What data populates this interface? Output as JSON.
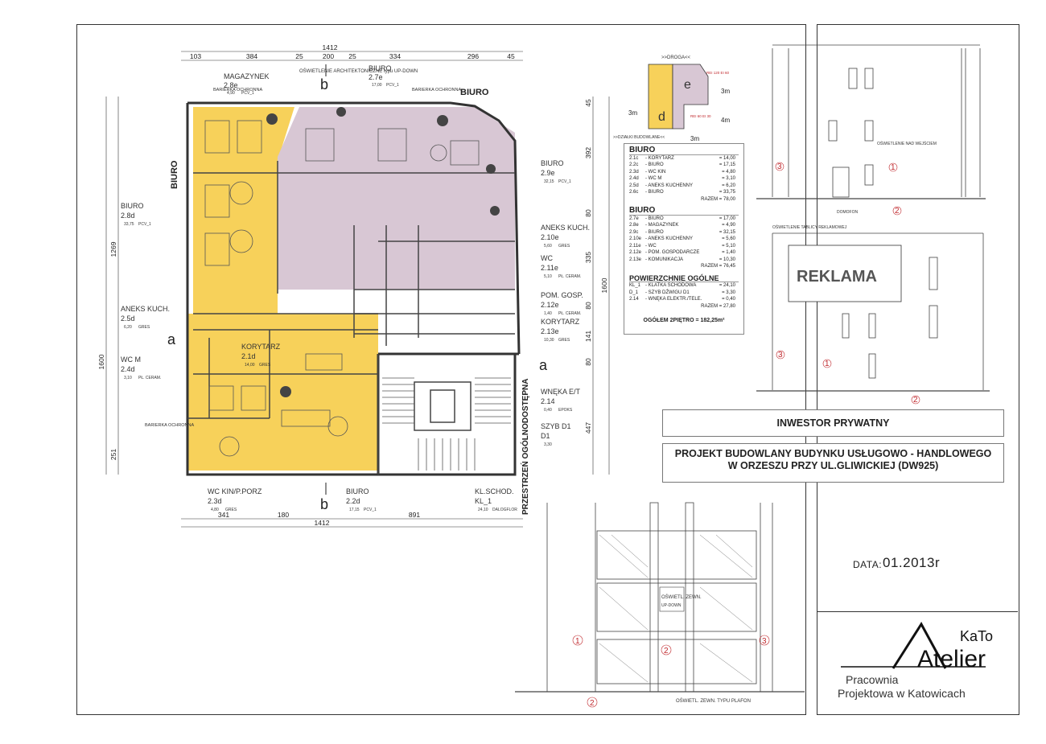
{
  "plan": {
    "dims_top": [
      "103",
      "384",
      "25",
      "200",
      "25",
      "334",
      "296",
      "45"
    ],
    "dim_total": "1412",
    "dims_bottom": [
      "341",
      "180",
      "891"
    ],
    "dims_right": [
      "45",
      "392",
      "80",
      "335",
      "80",
      "141",
      "80",
      "447"
    ],
    "dims_left": [
      "1269",
      "1600",
      "251"
    ],
    "dim_right_total": "1600",
    "section_b": "b",
    "section_a": "a",
    "side_label_biuro": "BIURO",
    "side_label_public": "PRZESTRZEŃ OGÓLNODOSTĘPNA",
    "top_label_biuro": "BIURO",
    "top_note": "OŚWIETLENIE ARCHITEKTONICZNE typu UP-DOWN",
    "barrier1": "BARIERKA OCHRONNA",
    "barrier2": "BARIERKA OCHRONNA",
    "barrier3": "BARIERKA OCHRONNA",
    "room_tags": [
      {
        "name": "MAGAZYNEK",
        "code": "2.8e",
        "area": "4,90",
        "floor": "PCV_1"
      },
      {
        "name": "BIURO",
        "code": "2.7e",
        "area": "17,00",
        "floor": "PCV_1"
      },
      {
        "name": "BIURO",
        "code": "2.9e",
        "area": "32,15",
        "floor": "PCV_1"
      },
      {
        "name": "BIURO",
        "code": "2.8d",
        "area": "33,75",
        "floor": "PCV_1"
      },
      {
        "name": "ANEKS KUCH.",
        "code": "2.10e",
        "area": "5,60",
        "floor": "GRES"
      },
      {
        "name": "WC",
        "code": "2.11e",
        "area": "5,10",
        "floor": "PŁ. CERAM."
      },
      {
        "name": "POM. GOSP.",
        "code": "2.12e",
        "area": "1,40",
        "floor": "PŁ. CERAM."
      },
      {
        "name": "KORYTARZ",
        "code": "2.13e",
        "area": "10,30",
        "floor": "GRES"
      },
      {
        "name": "ANEKS KUCH.",
        "code": "2.5d",
        "area": "6,20",
        "floor": "GRES"
      },
      {
        "name": "WC M",
        "code": "2.4d",
        "area": "3,10",
        "floor": "PŁ. CERAM."
      },
      {
        "name": "KORYTARZ",
        "code": "2.1d",
        "area": "14,00",
        "floor": "GRES"
      },
      {
        "name": "WNĘKA E/T",
        "code": "2.14",
        "area": "0,40",
        "floor": "EPOKS"
      },
      {
        "name": "SZYB D1",
        "code": "D1",
        "area": "3,30",
        "floor": ""
      },
      {
        "name": "WC KIN/P.PORZ",
        "code": "2.3d",
        "area": "4,80",
        "floor": "GRES"
      },
      {
        "name": "BIURO",
        "code": "2.2d",
        "area": "17,15",
        "floor": "PCV_1"
      },
      {
        "name": "KL.SCHOD.",
        "code": "KL_1",
        "area": "24,10",
        "floor": "DALOGFLOR"
      }
    ]
  },
  "key_plan": {
    "title": ">>DROGA<<",
    "note": ">>DZIAŁKI BUDOWLANE<<",
    "zone_d": "d",
    "zone_e": "e",
    "dims": [
      "3m",
      "3m",
      "4m",
      "3m"
    ],
    "fire1": "REI 120 EI 60",
    "fire2": "REI 60 EI 30"
  },
  "schedule": {
    "sections": [
      {
        "title": "BIURO",
        "rows": [
          [
            "2.1c",
            "- KORYTARZ",
            "= 14,00"
          ],
          [
            "2.2c",
            "- BIURO",
            "= 17,15"
          ],
          [
            "2.3d",
            "- WC KIN",
            "= 4,80"
          ],
          [
            "2.4d",
            "- WC M",
            "= 3,10"
          ],
          [
            "2.5d",
            "- ANEKS KUCHENNY",
            "= 6,20"
          ],
          [
            "2.6c",
            "- BIURO",
            "= 33,75"
          ]
        ],
        "total": "RAZEM = 78,00"
      },
      {
        "title": "BIURO",
        "rows": [
          [
            "2.7e",
            "- BIURO",
            "= 17,00"
          ],
          [
            "2.8e",
            "- MAGAZYNEK",
            "= 4,90"
          ],
          [
            "2.9c",
            "- BIURO",
            "= 32,15"
          ],
          [
            "2.10e",
            "- ANEKS KUCHENNY",
            "= 5,60"
          ],
          [
            "2.11e",
            "- WC",
            "= 5,10"
          ],
          [
            "2.12e",
            "- POM. GOSPODARCZE",
            "= 1,40"
          ],
          [
            "2.13e",
            "- KOMUNIKACJA",
            "= 10,30"
          ]
        ],
        "total": "RAZEM = 76,45"
      },
      {
        "title": "POWIERZCHNIE OGÓLNE",
        "rows": [
          [
            "KL_1",
            "- KLATKA SCHODOWA",
            "= 24,10"
          ],
          [
            "D_1",
            "- SZYB DŹWIGU D1",
            "= 3,30"
          ],
          [
            "2.14",
            "- WNĘKA ELEKTR./TELE.",
            "= 0,40"
          ]
        ],
        "total": "RAZEM = 27,80"
      }
    ],
    "grand_total": "OGÓŁEM 2PIĘTRO = 182,25m²"
  },
  "elevation_top": {
    "label_light": "OŚWIETLENIE NAD WEJŚCIEM",
    "label_intercom": "DOMOFON",
    "markers": [
      "1",
      "2",
      "3"
    ]
  },
  "elevation_mid": {
    "label_top": "OŚWIETLENIE TABLICY REKLAMOWEJ",
    "reklama": "REKLAMA",
    "markers": [
      "1",
      "2",
      "3"
    ]
  },
  "elevation_bottom": {
    "label_light": "OŚWIETL. ZEWN.",
    "label_light2": "UP-DOWN",
    "label_bottom": "OŚWIETL. ZEWN. TYPU PLAFON",
    "markers": [
      "1",
      "2",
      "2",
      "3"
    ]
  },
  "title_block": {
    "investor": "INWESTOR PRYWATNY",
    "project_line1": "PROJEKT BUDOWLANY BUDYNKU USŁUGOWO - HANDLOWEGO",
    "project_line2": "W ORZESZU PRZY UL.GLIWICKIEJ (DW925)",
    "date_label": "DATA:",
    "date_value": "01.2013r",
    "logo_small": "KaTo",
    "logo_big": "Atelier",
    "logo_sub1": "Pracownia",
    "logo_sub2": "Projektowa w Katowicach"
  },
  "colors": {
    "yellow": "#f7d15a",
    "purple": "#d8c7d4",
    "marker_red": "#c0282d",
    "line": "#333333"
  }
}
